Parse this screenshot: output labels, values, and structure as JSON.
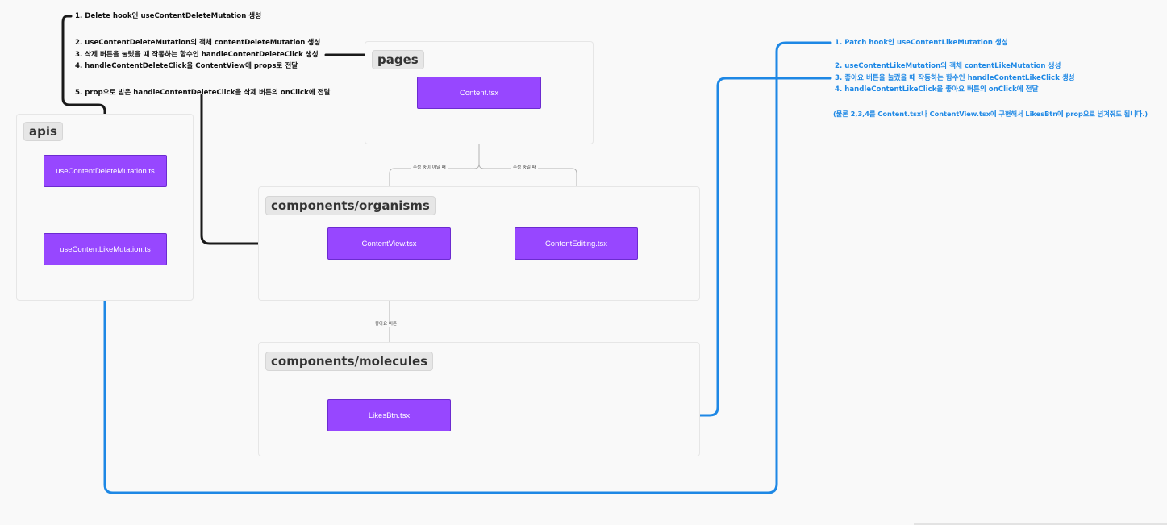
{
  "sections": {
    "pages": "pages",
    "apis": "apis",
    "organisms": "components/organisms",
    "molecules": "components/molecules"
  },
  "nodes": {
    "content": "Content.tsx",
    "delete_mutation": "useContentDeleteMutation.ts",
    "like_mutation": "useContentLikeMutation.ts",
    "content_view": "ContentView.tsx",
    "content_editing": "ContentEditing.tsx",
    "likes_btn": "LikesBtn.tsx"
  },
  "edge_labels": {
    "not_editing": "수정 중이 아닐 때",
    "editing": "수정 중일 때",
    "like_button": "좋아요 버튼"
  },
  "delete_notes": [
    "1. Delete hook인 useContentDeleteMutation 생성",
    "2. useContentDeleteMutation의 객체 contentDeleteMutation 생성",
    "3. 삭제 버튼을 눌렀을 때 작동하는 함수인 handleContentDeleteClick 생성",
    "4. handleContentDeleteClick을 ContentView에 props로 전달",
    "5. prop으로 받은 handleContentDeleteClick을 삭제 버튼의 onClick에 전달"
  ],
  "like_notes": [
    "1. Patch hook인 useContentLikeMutation 생성",
    "2. useContentLikeMutation의 객체 contentLikeMutation 생성",
    "3. 좋아요 버튼을 눌렀을 때 작동하는 함수인 handleContentLikeClick 생성",
    "4. handleContentLikeClick을 좋아요 버튼의 onClick에 전달",
    "(물론 2,3,4를 Content.tsx나 ContentView.tsx에 구현해서 LikesBtn에 prop으로 넘겨줘도 됩니다.)"
  ],
  "colors": {
    "node_fill": "#9747ff",
    "delete_flow": "#1a1a1a",
    "like_flow": "#1e88e5",
    "connector": "#b3b3b3"
  }
}
